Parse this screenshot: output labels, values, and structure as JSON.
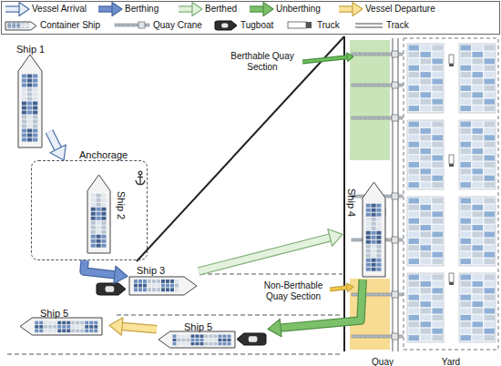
{
  "diagram": {
    "nodes": [
      {
        "text": [
          "Ship 1"
        ]
      },
      {
        "text": [
          "Anchorage"
        ]
      },
      {
        "text": [
          "Ship 2"
        ],
        "in": 1
      },
      {
        "text": [
          "Ship 3"
        ]
      },
      {
        "text": [
          "Ship 4"
        ]
      },
      {
        "text": [
          "Ship 5"
        ]
      },
      {
        "text": [
          "Ship 5"
        ]
      }
    ],
    "edges": [
      {
        "from": 0,
        "to": 1,
        "arrow": "to"
      },
      {
        "from": 1,
        "to": 3,
        "arrow": "to"
      },
      {
        "from": 3,
        "to": 4,
        "arrow": "to"
      },
      {
        "from": 4,
        "to": 5,
        "arrow": "to"
      },
      {
        "from": 5,
        "to": 6,
        "arrow": "to"
      }
    ],
    "labels": [
      "Berthable Quay Section",
      "Non-Berthable Quay Section",
      "Quay",
      "Yard"
    ],
    "legend": [
      {
        "text": "Vessel Arrival"
      },
      {
        "text": "Berthing"
      },
      {
        "text": "Berthed"
      },
      {
        "text": "Unberthing"
      },
      {
        "text": "Vessel Departure"
      },
      {
        "text": "Container Ship"
      },
      {
        "text": "Quay Crane"
      },
      {
        "text": "Tugboat"
      },
      {
        "text": "Truck"
      },
      {
        "text": "Track"
      }
    ]
  }
}
